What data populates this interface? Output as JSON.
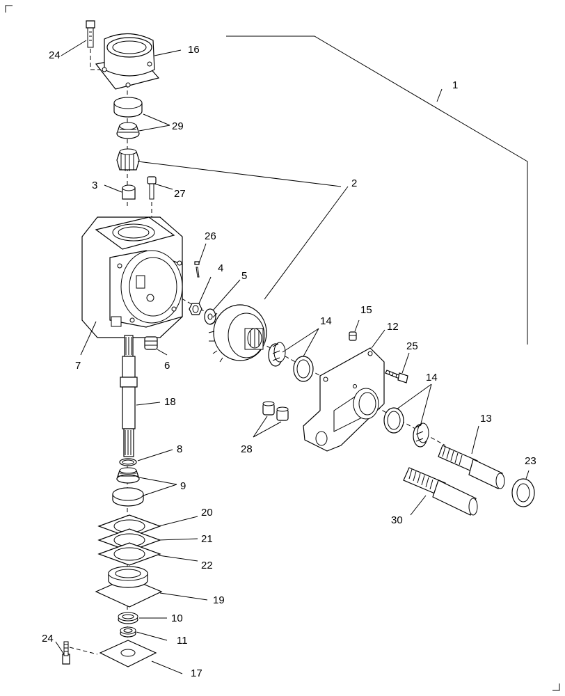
{
  "diagram": {
    "callouts": [
      {
        "id": "c1",
        "label": "1"
      },
      {
        "id": "c2",
        "label": "2"
      },
      {
        "id": "c3",
        "label": "3"
      },
      {
        "id": "c4",
        "label": "4"
      },
      {
        "id": "c5",
        "label": "5"
      },
      {
        "id": "c6",
        "label": "6"
      },
      {
        "id": "c7",
        "label": "7"
      },
      {
        "id": "c8",
        "label": "8"
      },
      {
        "id": "c9",
        "label": "9"
      },
      {
        "id": "c10",
        "label": "10"
      },
      {
        "id": "c11",
        "label": "11"
      },
      {
        "id": "c12",
        "label": "12"
      },
      {
        "id": "c13",
        "label": "13"
      },
      {
        "id": "c14a",
        "label": "14"
      },
      {
        "id": "c14b",
        "label": "14"
      },
      {
        "id": "c15",
        "label": "15"
      },
      {
        "id": "c16",
        "label": "16"
      },
      {
        "id": "c17",
        "label": "17"
      },
      {
        "id": "c18",
        "label": "18"
      },
      {
        "id": "c19",
        "label": "19"
      },
      {
        "id": "c20",
        "label": "20"
      },
      {
        "id": "c21",
        "label": "21"
      },
      {
        "id": "c22",
        "label": "22"
      },
      {
        "id": "c23",
        "label": "23"
      },
      {
        "id": "c24a",
        "label": "24"
      },
      {
        "id": "c24b",
        "label": "24"
      },
      {
        "id": "c25",
        "label": "25"
      },
      {
        "id": "c26",
        "label": "26"
      },
      {
        "id": "c27",
        "label": "27"
      },
      {
        "id": "c28",
        "label": "28"
      },
      {
        "id": "c29",
        "label": "29"
      },
      {
        "id": "c30",
        "label": "30"
      }
    ]
  }
}
